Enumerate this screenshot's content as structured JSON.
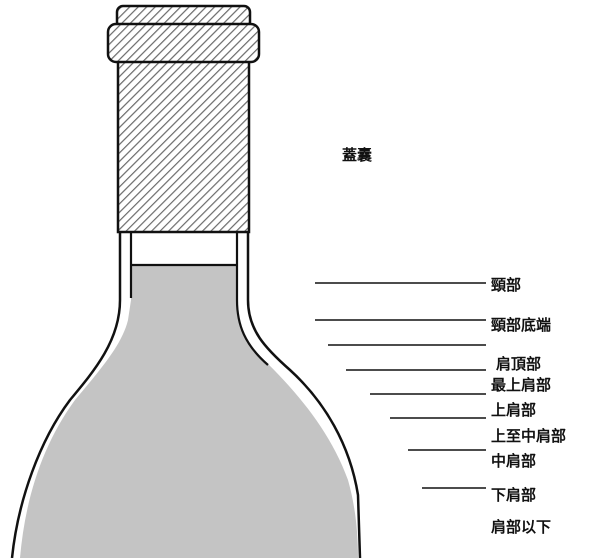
{
  "labels": {
    "capsule": "蓋囊",
    "levels": [
      "頸部",
      "頸部底端",
      "肩頂部",
      "最上肩部",
      "上肩部",
      "上至中肩部",
      "中肩部",
      "下肩部",
      "肩部以下"
    ]
  },
  "colors": {
    "wine": "#c4c4c4",
    "outline": "#111111",
    "capsule_hatch": "#6a6a6a",
    "background": "#ffffff"
  }
}
